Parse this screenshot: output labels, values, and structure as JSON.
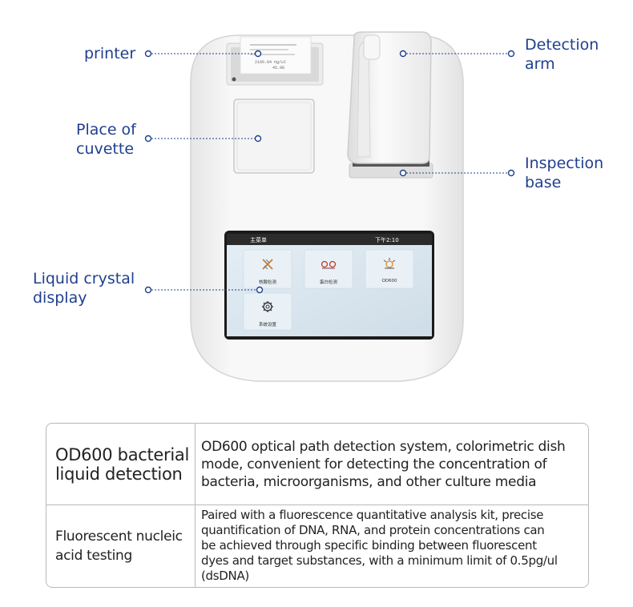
{
  "labels": {
    "printer": "printer",
    "cuvette": "Place of\ncuvette",
    "lcd": "Liquid crystal\ndisplay",
    "detection_arm": "Detection\narm",
    "inspection_base": "Inspection\nbase"
  },
  "screen": {
    "title": "主菜单",
    "time": "下午2:10",
    "tiles": [
      {
        "label": "核酸检测",
        "icon": "dna-icon"
      },
      {
        "label": "蛋白检测",
        "icon": "protein-icon"
      },
      {
        "label": "OD600",
        "icon": "bacteria-icon"
      },
      {
        "label": "系统设置",
        "icon": "gear-icon"
      }
    ]
  },
  "receipt": {
    "line1": "2166.04 ng/ul",
    "line2": "45.98"
  },
  "table": {
    "rows": [
      {
        "feature": "OD600 bacterial\nliquid detection",
        "description": "OD600 optical path detection system, colorimetric dish\nmode, convenient for detecting the concentration of\nbacteria, microorganisms, and other culture media"
      },
      {
        "feature": "Fluorescent nucleic\nacid testing",
        "description": "Paired with a fluorescence quantitative analysis kit, precise\nquantification of DNA, RNA, and protein concentrations can\nbe achieved through specific binding between fluorescent\ndyes and target substances, with a minimum limit of 0.5pg/ul\n(dsDNA)"
      }
    ]
  },
  "colors": {
    "label_blue": "#1f3f8f",
    "screen_header": "#2b2b2b",
    "screen_bg": "#d9e6ef",
    "device_body": "#f2f2f2"
  }
}
